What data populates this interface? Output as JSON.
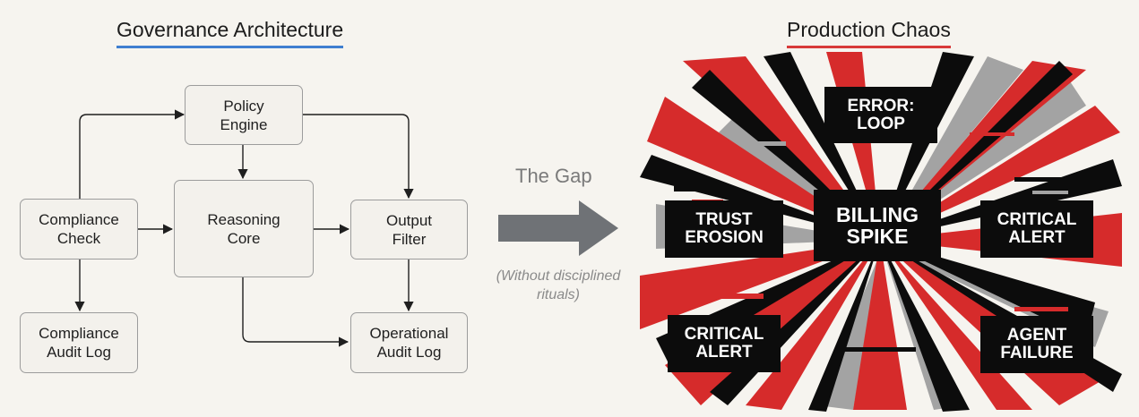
{
  "left_panel": {
    "title": "Governance Architecture",
    "nodes": {
      "policy_engine": "Policy\nEngine",
      "compliance_check": "Compliance\nCheck",
      "reasoning_core": "Reasoning\nCore",
      "output_filter": "Output\nFilter",
      "compliance_audit_log": "Compliance\nAudit Log",
      "operational_audit_log": "Operational\nAudit Log"
    }
  },
  "gap": {
    "title": "The Gap",
    "caption": "(Without disciplined\nrituals)"
  },
  "right_panel": {
    "title": "Production Chaos",
    "labels": {
      "error_loop": "ERROR:\nLOOP",
      "trust_erosion": "TRUST\nEROSION",
      "billing_spike": "BILLING\nSPIKE",
      "critical_alert_right": "CRITICAL\nALERT",
      "critical_alert_left": "CRITICAL\nALERT",
      "agent_failure": "AGENT\nFAILURE"
    }
  },
  "colors": {
    "left_underline": "#3f7fd0",
    "right_underline": "#d83a3a",
    "chaos_red": "#d62b2b",
    "chaos_gray": "#9a9a9a",
    "chaos_black": "#0c0c0c",
    "gap_arrow": "#6f7276"
  }
}
